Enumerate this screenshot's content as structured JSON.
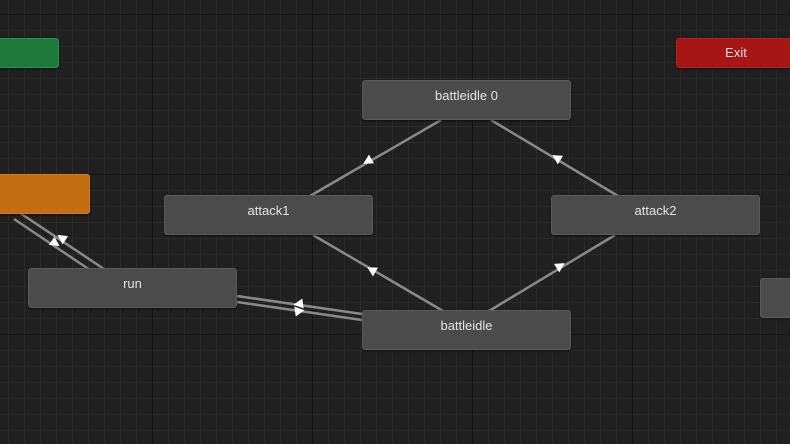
{
  "graph": {
    "entry": {
      "label": ""
    },
    "any_state": {
      "label": ""
    },
    "exit": {
      "label": "Exit"
    },
    "states": {
      "battleidle0": {
        "label": "battleidle 0"
      },
      "attack1": {
        "label": "attack1"
      },
      "attack2": {
        "label": "attack2"
      },
      "run": {
        "label": "run"
      },
      "battleidle": {
        "label": "battleidle"
      },
      "partial_right": {
        "label": ""
      }
    }
  },
  "colors": {
    "background": "#202020",
    "state": "#4b4b4b",
    "entry": "#1d7a3a",
    "any_state": "#c46e14",
    "exit": "#a61616",
    "transition": "#8a8a8a"
  }
}
